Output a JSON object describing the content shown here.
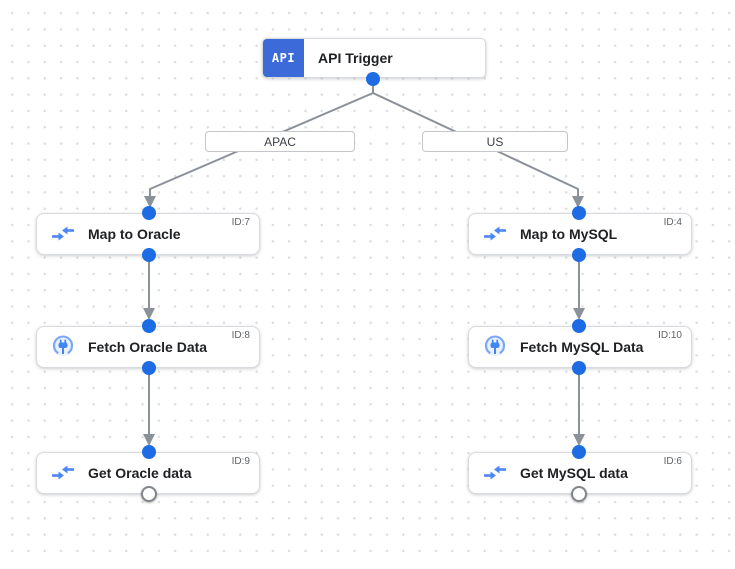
{
  "trigger": {
    "badge": "API",
    "label": "API Trigger"
  },
  "branches": [
    {
      "label": "APAC"
    },
    {
      "label": "US"
    }
  ],
  "nodes": [
    {
      "label": "Map to Oracle",
      "id_label": "ID:7",
      "icon": "data-mapping-icon"
    },
    {
      "label": "Fetch Oracle Data",
      "id_label": "ID:8",
      "icon": "connector-icon"
    },
    {
      "label": "Get Oracle data",
      "id_label": "ID:9",
      "icon": "data-mapping-icon"
    },
    {
      "label": "Map to MySQL",
      "id_label": "ID:4",
      "icon": "data-mapping-icon"
    },
    {
      "label": "Fetch MySQL Data",
      "id_label": "ID:10",
      "icon": "connector-icon"
    },
    {
      "label": "Get MySQL data",
      "id_label": "ID:6",
      "icon": "data-mapping-icon"
    }
  ],
  "colors": {
    "port_blue": "#1d6ce3",
    "api_badge_blue": "#3c6bd9",
    "icon_blue": "#4d87f2",
    "edge_gray": "#8b9198",
    "node_border": "#d7dade"
  }
}
